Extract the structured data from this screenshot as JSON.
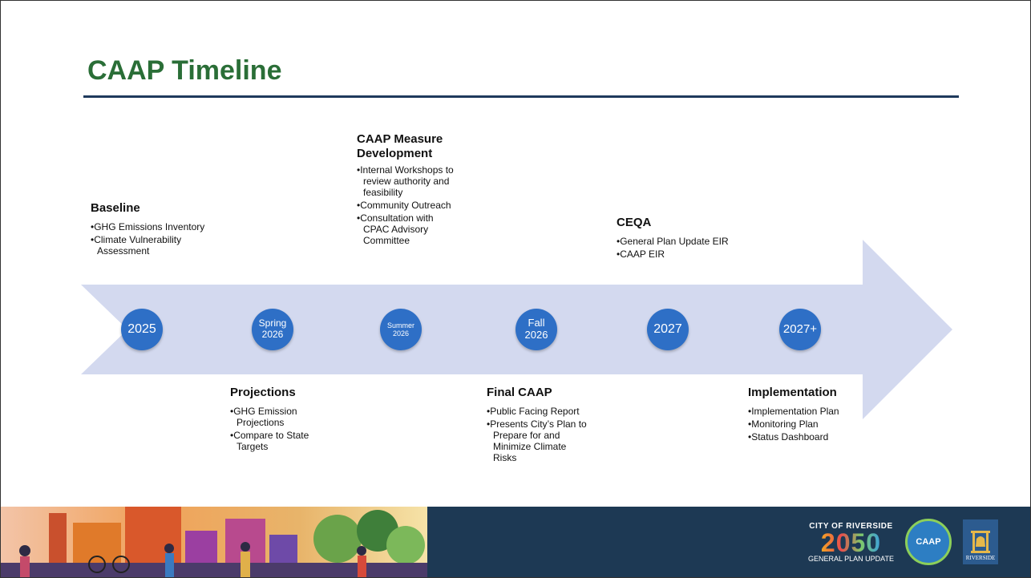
{
  "title": "CAAP Timeline",
  "colors": {
    "title": "#2a6e37",
    "rule": "#1f3a5c",
    "arrow": "#d3d9ef",
    "node": "#2e6fc6",
    "footer": "#1d3954"
  },
  "milestones": [
    {
      "line1": "2025",
      "line2": ""
    },
    {
      "line1": "Spring",
      "line2": "2026"
    },
    {
      "line1": "Summer",
      "line2": "2026"
    },
    {
      "line1": "Fall",
      "line2": "2026"
    },
    {
      "line1": "2027",
      "line2": ""
    },
    {
      "line1": "2027+",
      "line2": ""
    }
  ],
  "phases": [
    {
      "heading": "Baseline",
      "items": [
        "GHG Emissions Inventory",
        "Climate Vulnerability Assessment"
      ]
    },
    {
      "heading": "Projections",
      "items": [
        "GHG Emission Projections",
        "Compare to State Targets"
      ]
    },
    {
      "heading": "CAAP Measure Development",
      "items": [
        "Internal Workshops to review authority and feasibility",
        "Community Outreach",
        "Consultation with CPAC Advisory Committee"
      ]
    },
    {
      "heading": "Final CAAP",
      "items": [
        "Public Facing Report",
        "Presents City’s Plan to Prepare for and Minimize Climate Risks"
      ]
    },
    {
      "heading": "CEQA",
      "items": [
        "General Plan Update EIR",
        "CAAP EIR"
      ]
    },
    {
      "heading": "Implementation",
      "items": [
        "Implementation Plan",
        "Monitoring Plan",
        "Status Dashboard"
      ]
    }
  ],
  "footer": {
    "logo_2050": {
      "top": "CITY OF RIVERSIDE",
      "big": "2050",
      "sub": "GENERAL PLAN UPDATE"
    },
    "caap_logo": "CAAP",
    "city_seal": "RIVERSIDE"
  }
}
